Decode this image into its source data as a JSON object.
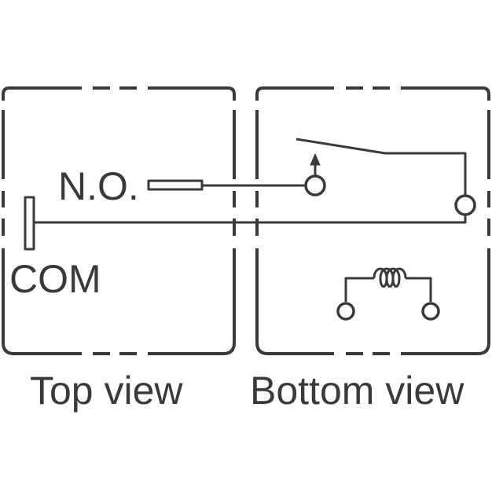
{
  "labels": {
    "no": "N.O.",
    "com": "COM"
  },
  "captions": {
    "top": "Top view",
    "bottom": "Bottom view"
  },
  "colors": {
    "ink": "#3a3a3a",
    "background": "#ffffff"
  }
}
